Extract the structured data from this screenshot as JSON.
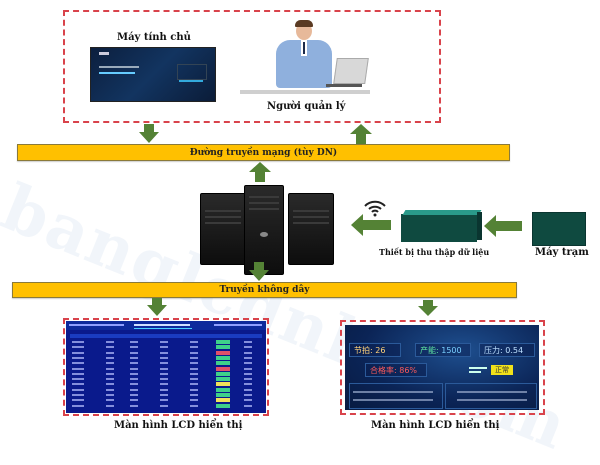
{
  "diagram": {
    "top_group": {
      "host_computer_label": "Máy tính chủ",
      "manager_label": "Người quản lý"
    },
    "network_bar_label": "Đường truyền mạng (tùy DN)",
    "wireless_bar_label": "Truyền không dây",
    "data_collector_label": "Thiết bị thu thập dữ liệu",
    "workstation_label": "Máy trạm",
    "lcd_left_label": "Màn hình LCD hiển thị",
    "lcd_right_label": "Màn hình LCD hiển thị",
    "lcd_right_panel": {
      "tile1_label": "节拍:",
      "tile1_value": "26",
      "tile2_label": "产能:",
      "tile2_value": "1500",
      "tile3_label": "压力:",
      "tile3_value": "0.54",
      "rate_label": "合格率:",
      "rate_value": "86%",
      "status_badge": "正常"
    },
    "lcd_left_rows": [
      "green",
      "green",
      "red",
      "green",
      "green",
      "red",
      "green",
      "green",
      "yellow",
      "green",
      "green",
      "yellow",
      "green"
    ],
    "colors": {
      "bar": "#ffc000",
      "arrow": "#548235",
      "dashed_border": "#d9434b",
      "lcd_table_bg": "#0a1a8c",
      "collector": "#0f4a40"
    },
    "watermark": "banglcdnhi.com"
  }
}
